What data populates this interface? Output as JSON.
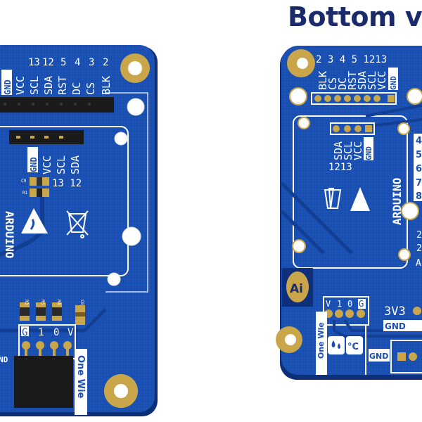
{
  "heading": "Bottom v",
  "front_board": {
    "pin_numbers": [
      "13",
      "12",
      "5",
      "4",
      "3",
      "2"
    ],
    "pin_labels": [
      "GND",
      "VCC",
      "SCL",
      "SDA",
      "RST",
      "DC",
      "CS",
      "BLK"
    ],
    "i2c_labels": [
      "GND",
      "VCC",
      "SCL",
      "SDA"
    ],
    "i2c_numbers": "13 12",
    "side_text": "ARDUINO",
    "components": [
      "C9",
      "R1",
      "R3",
      "R5",
      "R4",
      "C8"
    ],
    "onewire_pins": [
      "G",
      "1",
      "0",
      "V"
    ],
    "onewire_label": "One Wie",
    "edge_text": "ND"
  },
  "back_board": {
    "pin_numbers": "2 3 4 5 1213",
    "pin_labels": [
      "BLK",
      "CS",
      "DC",
      "RST",
      "SDA",
      "SCL",
      "VCC",
      "GND"
    ],
    "i2c_labels": [
      "SDA",
      "SCL",
      "VCC",
      "GND"
    ],
    "i2c_numbers": "1213",
    "side_text": "ARDUINO",
    "right_digits": [
      "4",
      "5",
      "6",
      "7",
      "8",
      "2",
      "2",
      "A"
    ],
    "logo": "Ai",
    "onewire_pins": [
      "V",
      "1",
      "0",
      "G"
    ],
    "onewire_label": "One Wie",
    "temp_symbol": "°C",
    "power_labels": [
      "3V3",
      "GND"
    ],
    "connector_label": "GND"
  },
  "colors": {
    "pcb": "#1a4fb0",
    "pcb_dark": "#123f93",
    "gold": "#c9a64a",
    "title": "#1b2a6b",
    "silk": "#ffffff"
  }
}
